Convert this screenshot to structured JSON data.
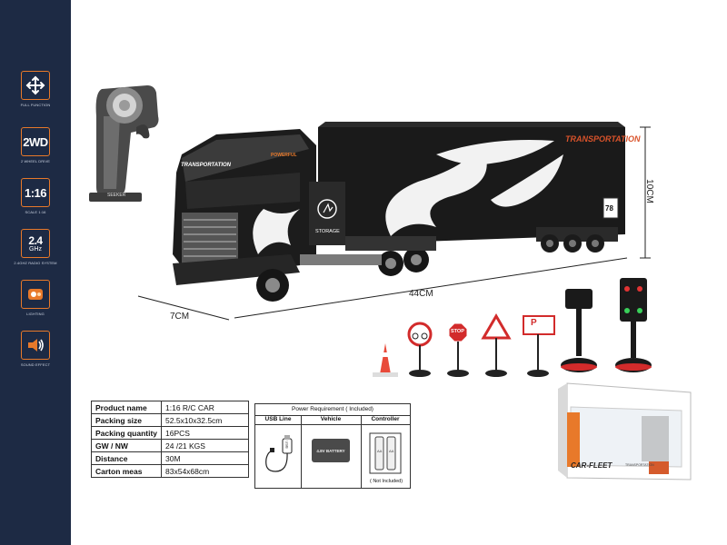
{
  "features": [
    {
      "icon": "direction-arrows-icon",
      "label": "FULL FUNCTION",
      "badge": ""
    },
    {
      "icon": "2wd-badge-icon",
      "label": "2 WHEEL DRIVE",
      "badge": "2WD"
    },
    {
      "icon": "scale-badge-icon",
      "label": "SCALE 1:16",
      "badge": "1:16"
    },
    {
      "icon": "2-4ghz-badge-icon",
      "label": "2.4GHZ RADIO SYSTEM",
      "badge": "2.4"
    },
    {
      "icon": "light-icon",
      "label": "LIGHTING",
      "badge": ""
    },
    {
      "icon": "sound-icon",
      "label": "SOUND EFFECT",
      "badge": ""
    }
  ],
  "badge_ghz": "GHz",
  "dimensions": {
    "length": "44CM",
    "width": "7CM",
    "height": "10CM"
  },
  "truck": {
    "cab_brand": "TRANSPORTATION",
    "nameplate": "POWERFUL",
    "storage_label": "STORAGE",
    "trailer_text": "TRANSPORTATION",
    "trailer_number": "78"
  },
  "remote": {
    "brand": "SEEKER"
  },
  "spec_table": [
    {
      "key": "Product name",
      "value": "1:16 R/C CAR"
    },
    {
      "key": "Packing size",
      "value": "52.5x10x32.5cm"
    },
    {
      "key": "Packing quantity",
      "value": "16PCS"
    },
    {
      "key": "GW / NW",
      "value": "24 /21 KGS"
    },
    {
      "key": "Distance",
      "value": "30M"
    },
    {
      "key": "Carton meas",
      "value": "83x54x68cm"
    }
  ],
  "power": {
    "title": "Power Requirement ( Included)",
    "col_usb": "USB Line",
    "col_vehicle": "Vehicle",
    "col_controller": "Controller",
    "battery_label": "4.8V BATTERY",
    "aa_label": "AA",
    "usb_label": "USB",
    "controller_note": "( Not Included)"
  },
  "signs": {
    "stop": "STOP",
    "parking": "P"
  },
  "package": {
    "logo": "CAR-FLEET",
    "sub": "TRANSPORTATION"
  },
  "colors": {
    "sidebar": "#1d2a44",
    "accent": "#e8792a",
    "truck": "#1a1a1a",
    "sign_red": "#d22b2b"
  }
}
